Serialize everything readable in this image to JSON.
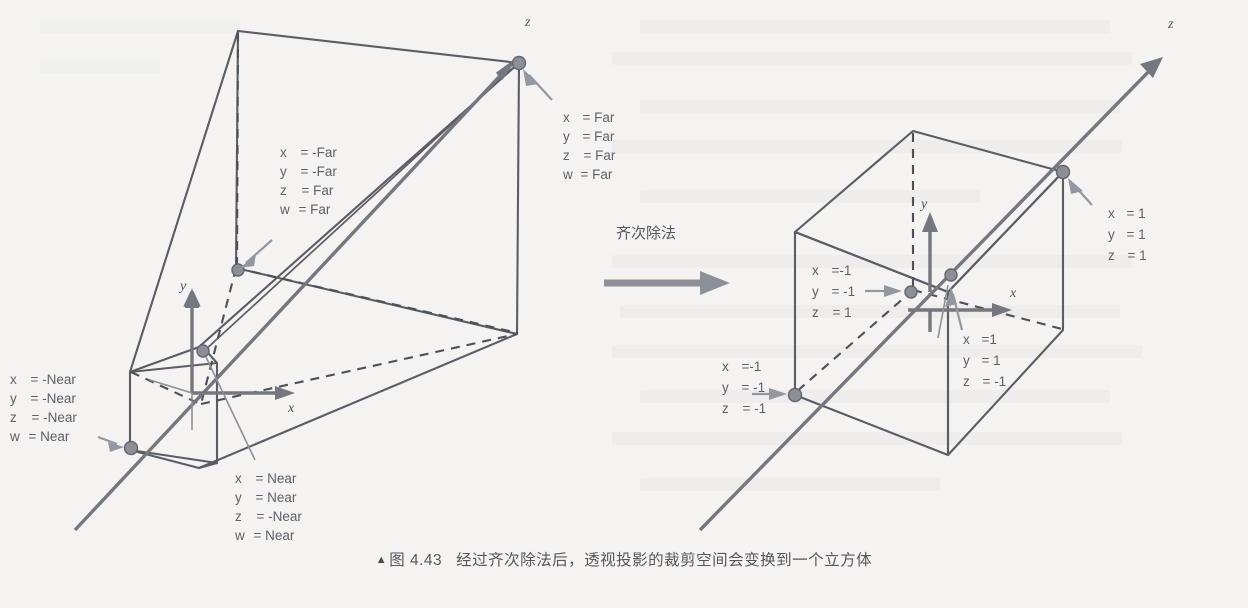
{
  "page": {
    "background_color": "#f4f3f1",
    "ink_color": "#5a5d63"
  },
  "caption": {
    "marker": "▲",
    "number": "图 4.43",
    "text": "经过齐次除法后，透视投影的裁剪空间会变换到一个立方体"
  },
  "transform_arrow": {
    "label": "齐次除法"
  },
  "left_diagram": {
    "name": "perspective-clip-space-frustum",
    "axes": {
      "x": "x",
      "y": "y",
      "z": "z"
    },
    "annotations": [
      {
        "id": "far-top-left",
        "lines": [
          "x  = -Far",
          "y  = -Far",
          "z  = Far",
          "w  = Far"
        ]
      },
      {
        "id": "far-top-right",
        "lines": [
          "x = Far",
          "y = Far",
          "z = Far",
          "w = Far"
        ]
      },
      {
        "id": "near-bottom-left",
        "lines": [
          "x  = -Near",
          "y  = -Near",
          "z  = -Near",
          "w  = Near"
        ]
      },
      {
        "id": "near-bottom-right",
        "lines": [
          "x  = Near",
          "y  = Near",
          "z  = -Near",
          "w  = Near"
        ]
      }
    ]
  },
  "right_diagram": {
    "name": "ndc-unit-cube",
    "axes": {
      "x": "x",
      "y": "y",
      "z": "z"
    },
    "annotations": [
      {
        "id": "corner-far-top-right",
        "lines": [
          "x = 1",
          "y = 1",
          "z = 1"
        ]
      },
      {
        "id": "corner-back-top-left",
        "lines": [
          "x =-1",
          "y = -1",
          "z = 1"
        ]
      },
      {
        "id": "corner-front-bottom-left",
        "lines": [
          "x =-1",
          "y = -1",
          "z = -1"
        ]
      },
      {
        "id": "corner-front-bottom-right",
        "lines": [
          "x =1",
          "y = 1",
          "z = -1"
        ]
      }
    ]
  }
}
